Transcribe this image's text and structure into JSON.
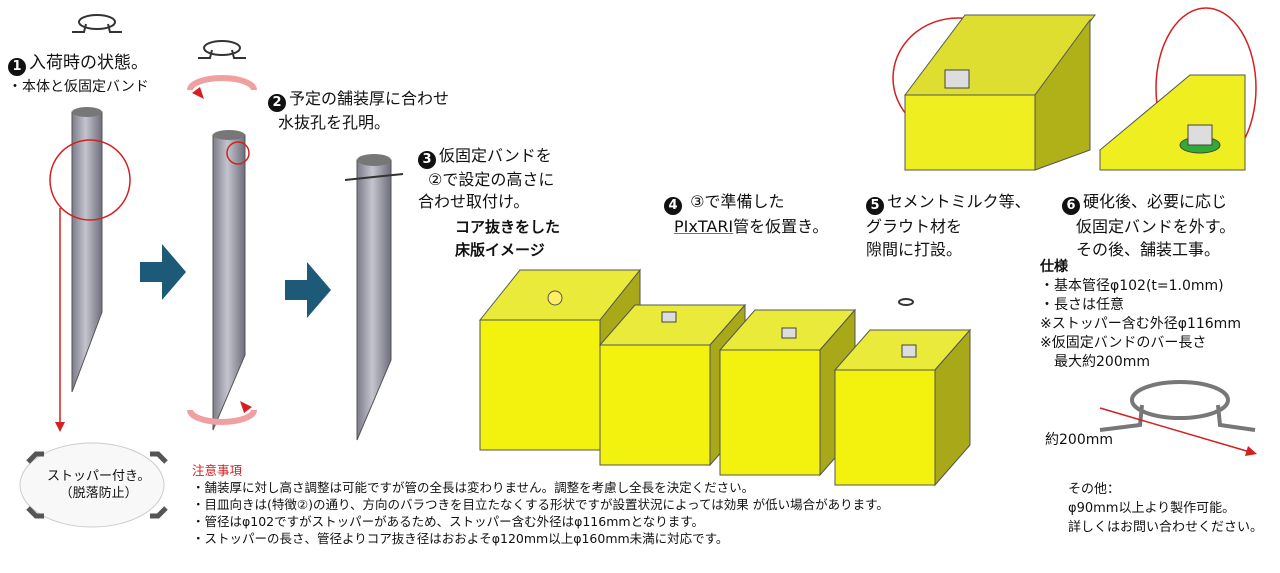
{
  "step1": {
    "num": "1",
    "line1": "入荷時の状態。",
    "line2": "・本体と仮固定バンド"
  },
  "step2": {
    "num": "2",
    "line1": "予定の舗装厚に合わせ",
    "line2": "水抜孔を孔明。"
  },
  "step3": {
    "num": "3",
    "line1": "仮固定バンドを",
    "line2": "②で設定の高さに",
    "line3": "合わせ取付け。"
  },
  "core_caption": {
    "line1": "コア抜きをした",
    "line2": "床版イメージ"
  },
  "step4": {
    "num": "4",
    "line1": "③で準備した",
    "line2_a": "PIxTARI",
    "line2_b": "管を仮置き。"
  },
  "step5": {
    "num": "5",
    "line1": "セメントミルク等、",
    "line2": "グラウト材を",
    "line3": "隙間に打設。"
  },
  "step6": {
    "num": "6",
    "line1": "硬化後、必要に応じ",
    "line2": "仮固定バンドを外す。",
    "line3": "その後、舗装工事。"
  },
  "spec": {
    "title": "仕様",
    "items": [
      "・基本管径φ102(t=1.0mm)",
      "・長さは任意",
      "※ストッパー含む外径φ116mm",
      "※仮固定バンドのバー長さ",
      "　最大約200mm"
    ]
  },
  "band_label": "約200mm",
  "stopper": {
    "line1": "ストッパー付き。",
    "line2": "（脱落防止）"
  },
  "notes": {
    "title": "注意事項",
    "items": [
      "・舗装厚に対し高さ調整は可能ですが管の全長は変わりません。調整を考慮し全長を決定ください。",
      "・目皿向きは(特徴②)の通り、方向のバラつきを目立たなくする形状ですが設置状況によっては効果 が低い場合があります。",
      "・管径はφ102ですがストッパーがあるため、ストッパー含む外径はφ116mmとなります。",
      "・ストッパーの長さ、管径よりコア抜き径はおおよそφ120mm以上φ160mm未満に対応です。"
    ]
  },
  "other": {
    "line1": "その他：",
    "line2": "φ90mm以上より製作可能。",
    "line3": "詳しくはお問い合わせください。"
  },
  "colors": {
    "accent_red": "#d42020",
    "arrow_blue": "#1c5a78",
    "yellow": "#e6e61a",
    "pipe": "#9a9aa8"
  }
}
